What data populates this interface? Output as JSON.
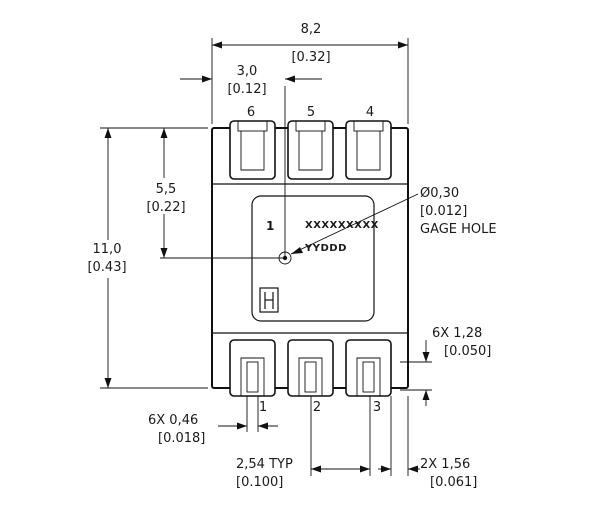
{
  "dimensions": {
    "overall_width": {
      "metric": "8,2",
      "imperial": "[0.32]"
    },
    "pin_offset": {
      "metric": "3,0",
      "imperial": "[0.12]"
    },
    "half_height": {
      "metric": "5,5",
      "imperial": "[0.22]"
    },
    "overall_height": {
      "metric": "11,0",
      "imperial": "[0.43]"
    },
    "gage_hole": {
      "metric": "Ø0,30",
      "imperial": "[0.012]",
      "label": "GAGE HOLE"
    },
    "pad_length": {
      "metric": "6X 1,28",
      "imperial": "[0.050]"
    },
    "lead_width": {
      "metric": "6X 0,46",
      "imperial": "[0.018]"
    },
    "pitch": {
      "metric": "2,54 TYP",
      "imperial": "[0.100]"
    },
    "end_width": {
      "metric": "2X 1,56",
      "imperial": "[0.061]"
    }
  },
  "pins": {
    "top": [
      "6",
      "5",
      "4"
    ],
    "bottom": [
      "1",
      "2",
      "3"
    ]
  },
  "chip": {
    "marking_code": "XXXXXXXXX",
    "date_code": "YYDDD",
    "pin1_mark": "1"
  }
}
